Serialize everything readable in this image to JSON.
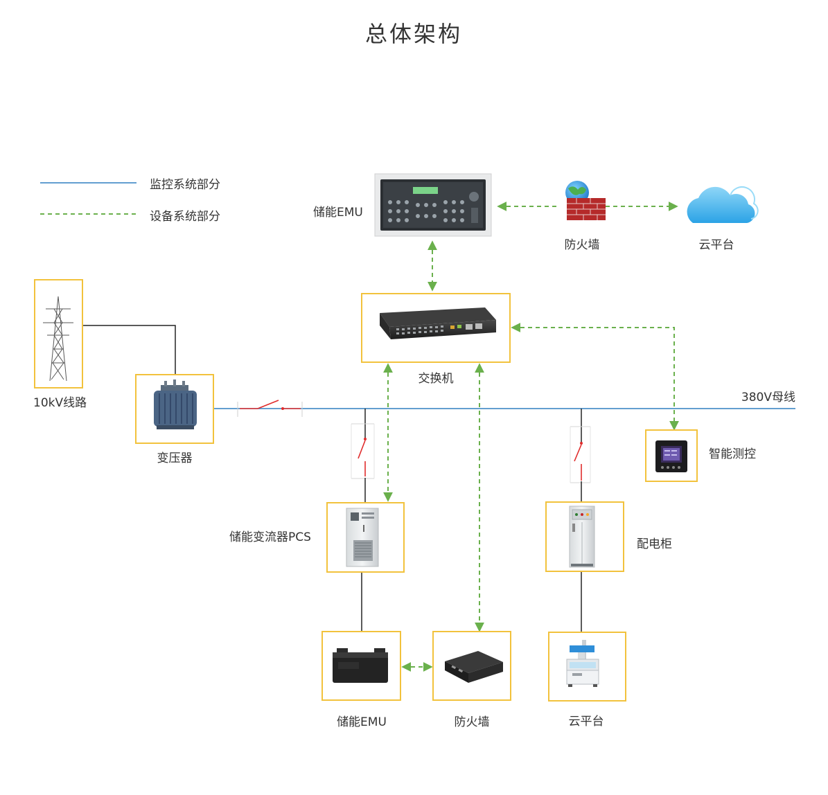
{
  "title": "总体架构",
  "legend": {
    "monitor": "监控系统部分",
    "equipment": "设备系统部分"
  },
  "nodes": {
    "emu_top": "储能EMU",
    "firewall_top": "防火墙",
    "cloud_top": "云平台",
    "switch": "交换机",
    "tower": "10kV线路",
    "transformer": "变压器",
    "bus": "380V母线",
    "smart_meter": "智能测控",
    "pcs": "储能变流器PCS",
    "cabinet": "配电柜",
    "battery": "储能EMU",
    "gateway": "防火墙",
    "laser": "云平台"
  },
  "colors": {
    "monitor_line": "#2f7fc1",
    "equipment_line": "#6ab04c",
    "box_border": "#f2c23c",
    "breaker": "#e02b2b"
  },
  "icons": {
    "emu_top": "rack-controller-icon",
    "firewall_top": "globe-firewall-icon",
    "cloud_top": "cloud-icon",
    "switch": "network-switch-icon",
    "tower": "transmission-tower-icon",
    "transformer": "transformer-icon",
    "smart_meter": "smart-meter-icon",
    "pcs": "inverter-cabinet-icon",
    "cabinet": "distribution-cabinet-icon",
    "battery": "battery-icon",
    "gateway": "gateway-box-icon",
    "laser": "laser-machine-icon"
  }
}
